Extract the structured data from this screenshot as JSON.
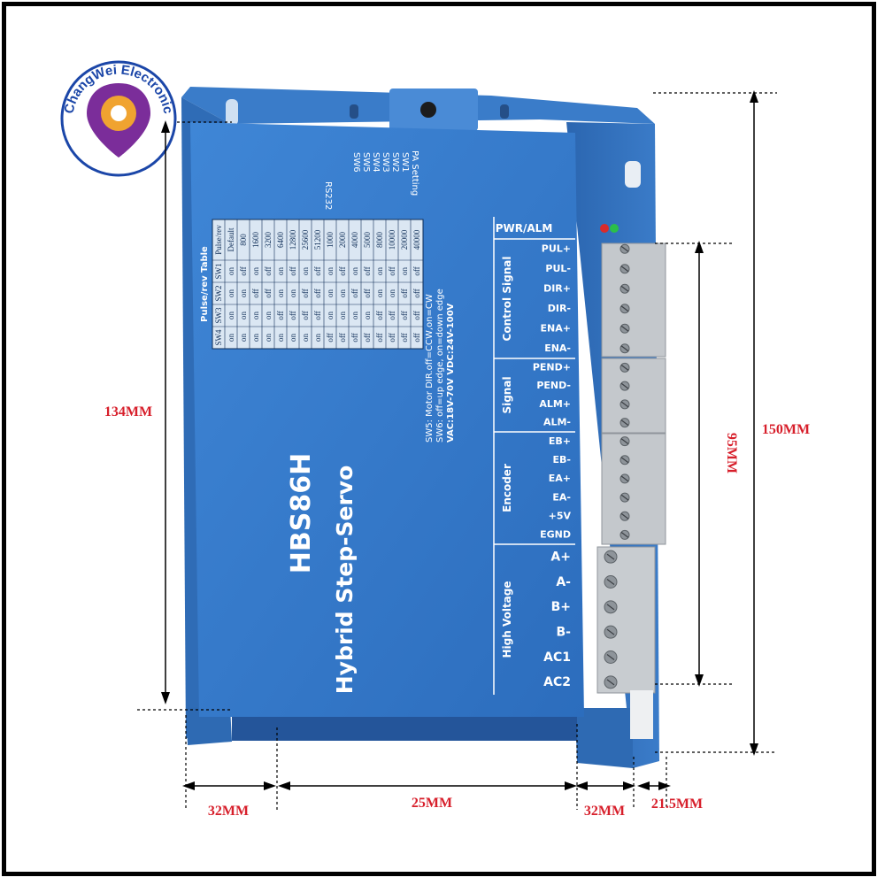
{
  "logo": {
    "text": "ChangWei Electronic",
    "colors": {
      "ring": "#1b46a8",
      "pin": "#7b2d9a",
      "gear": "#f0a330"
    }
  },
  "product": {
    "model": "HBS86H",
    "subtitle": "Hybrid Step-Servo"
  },
  "top_labels": {
    "rs232": "RS232",
    "pa_setting": "PA Setting",
    "switches": [
      "SW6",
      "SW5",
      "SW4",
      "SW3",
      "SW2",
      "SW1"
    ]
  },
  "pulse_table": {
    "title": "Pulse/rev Table",
    "headers": [
      "Pulse/rev",
      "SW1",
      "SW2",
      "SW3",
      "SW4"
    ],
    "rows": [
      [
        "Default",
        "on",
        "on",
        "on",
        "on"
      ],
      [
        "800",
        "off",
        "on",
        "on",
        "on"
      ],
      [
        "1600",
        "on",
        "off",
        "on",
        "on"
      ],
      [
        "3200",
        "off",
        "off",
        "on",
        "on"
      ],
      [
        "6400",
        "on",
        "on",
        "off",
        "on"
      ],
      [
        "12800",
        "off",
        "on",
        "off",
        "on"
      ],
      [
        "25600",
        "on",
        "off",
        "off",
        "on"
      ],
      [
        "51200",
        "off",
        "off",
        "off",
        "on"
      ],
      [
        "1000",
        "on",
        "on",
        "on",
        "off"
      ],
      [
        "2000",
        "off",
        "on",
        "on",
        "off"
      ],
      [
        "4000",
        "on",
        "off",
        "on",
        "off"
      ],
      [
        "5000",
        "off",
        "off",
        "on",
        "off"
      ],
      [
        "8000",
        "on",
        "on",
        "off",
        "off"
      ],
      [
        "10000",
        "off",
        "on",
        "off",
        "off"
      ],
      [
        "20000",
        "on",
        "off",
        "off",
        "off"
      ],
      [
        "40000",
        "off",
        "off",
        "off",
        "off"
      ]
    ],
    "notes": [
      "SW5: Motor DIR.off=CCW,on=CW",
      "SW6: off=up edge, on=down edge",
      "VAC:18V-70V   VDC:24V-100V"
    ]
  },
  "terminals": {
    "pwr_alm": "PWR/ALM",
    "groups": [
      {
        "name": "Control Signal",
        "pins": [
          "PUL+",
          "PUL-",
          "DIR+",
          "DIR-",
          "ENA+",
          "ENA-"
        ]
      },
      {
        "name": "Signal",
        "pins": [
          "PEND+",
          "PEND-",
          "ALM+",
          "ALM-"
        ]
      },
      {
        "name": "Encoder",
        "pins": [
          "EB+",
          "EB-",
          "EA+",
          "EA-",
          "+5V",
          "EGND"
        ]
      },
      {
        "name": "High Voltage",
        "pins": [
          "A+",
          "A-",
          "B+",
          "B-",
          "AC1",
          "AC2"
        ]
      }
    ]
  },
  "dimensions": {
    "height_left": "134MM",
    "height_right": "150MM",
    "terminal_span": "95MM",
    "bottom_left": "32MM",
    "bottom_mid": "25MM",
    "bottom_right": "32MM",
    "bottom_far": "21.5MM"
  }
}
